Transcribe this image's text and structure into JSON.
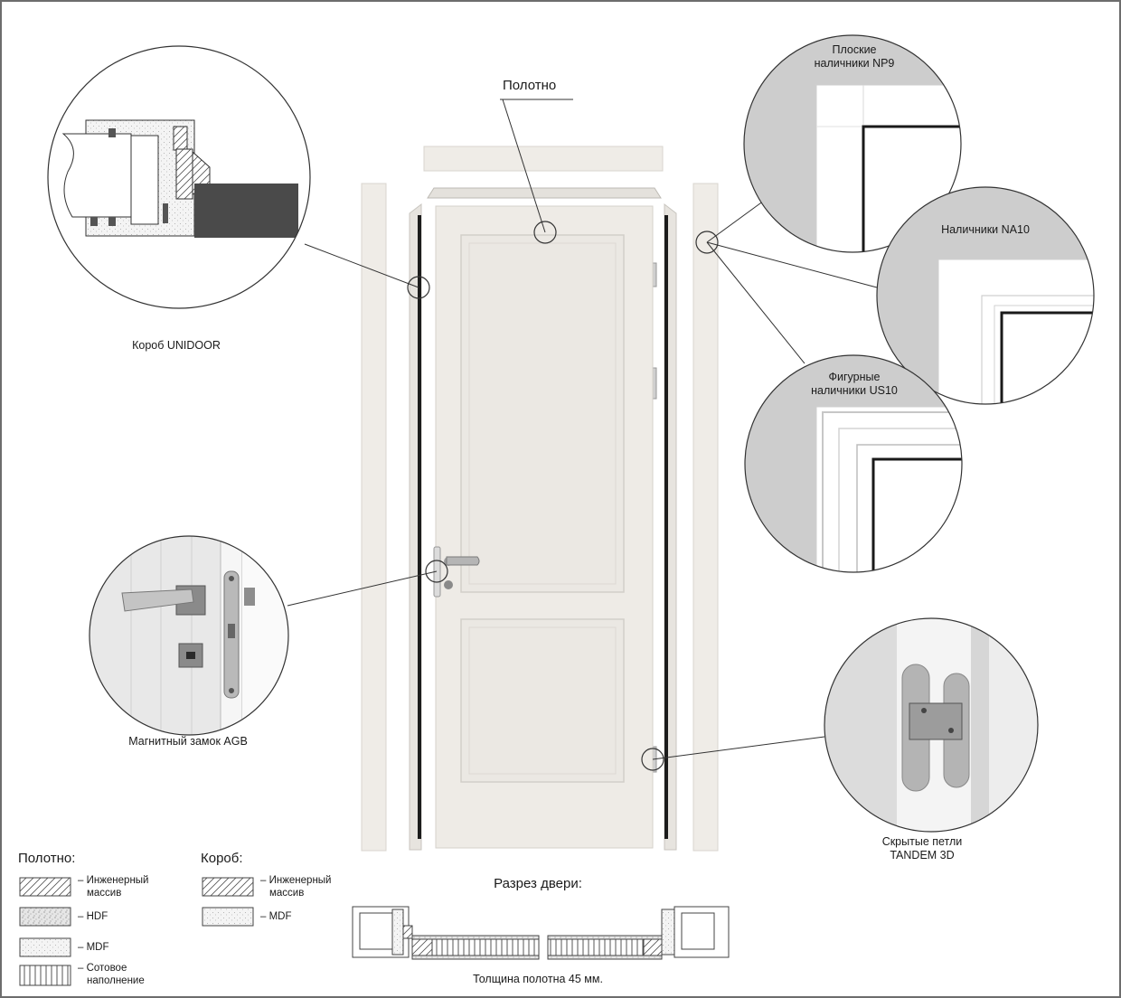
{
  "labels": {
    "door_leaf": "Полотно",
    "frame_unidoor": "Короб UNIDOOR",
    "magnetic_lock": "Магнитный замок AGB",
    "flat_trim_line1": "Плоские",
    "flat_trim_line2": "наличники NP9",
    "trim_na10": "Наличники NA10",
    "shaped_trim_line1": "Фигурные",
    "shaped_trim_line2": "наличники US10",
    "hidden_hinges_line1": "Скрытые петли",
    "hidden_hinges_line2": "TANDEM  3D",
    "section_title": "Разрез двери:",
    "thickness_note": "Толщина полотна 45 мм."
  },
  "legend": {
    "leaf_title": "Полотно:",
    "frame_title": "Короб:",
    "leaf_items": [
      {
        "line1": "– Инженерный",
        "line2": "массив"
      },
      {
        "line1": "– HDF",
        "line2": ""
      },
      {
        "line1": "– MDF",
        "line2": ""
      },
      {
        "line1": "– Сотовое",
        "line2": "наполнение"
      }
    ],
    "frame_items": [
      {
        "line1": "– Инженерный",
        "line2": "массив"
      },
      {
        "line1": "– MDF",
        "line2": ""
      }
    ]
  },
  "colors": {
    "door": "#eeebe6",
    "door_shadow": "#d9d6d0",
    "frame_dark": "#222222",
    "detail_grey": "#cdcdcd",
    "hinge_silver": "#a8a8a8",
    "dark_panel": "#4a4a4a"
  }
}
